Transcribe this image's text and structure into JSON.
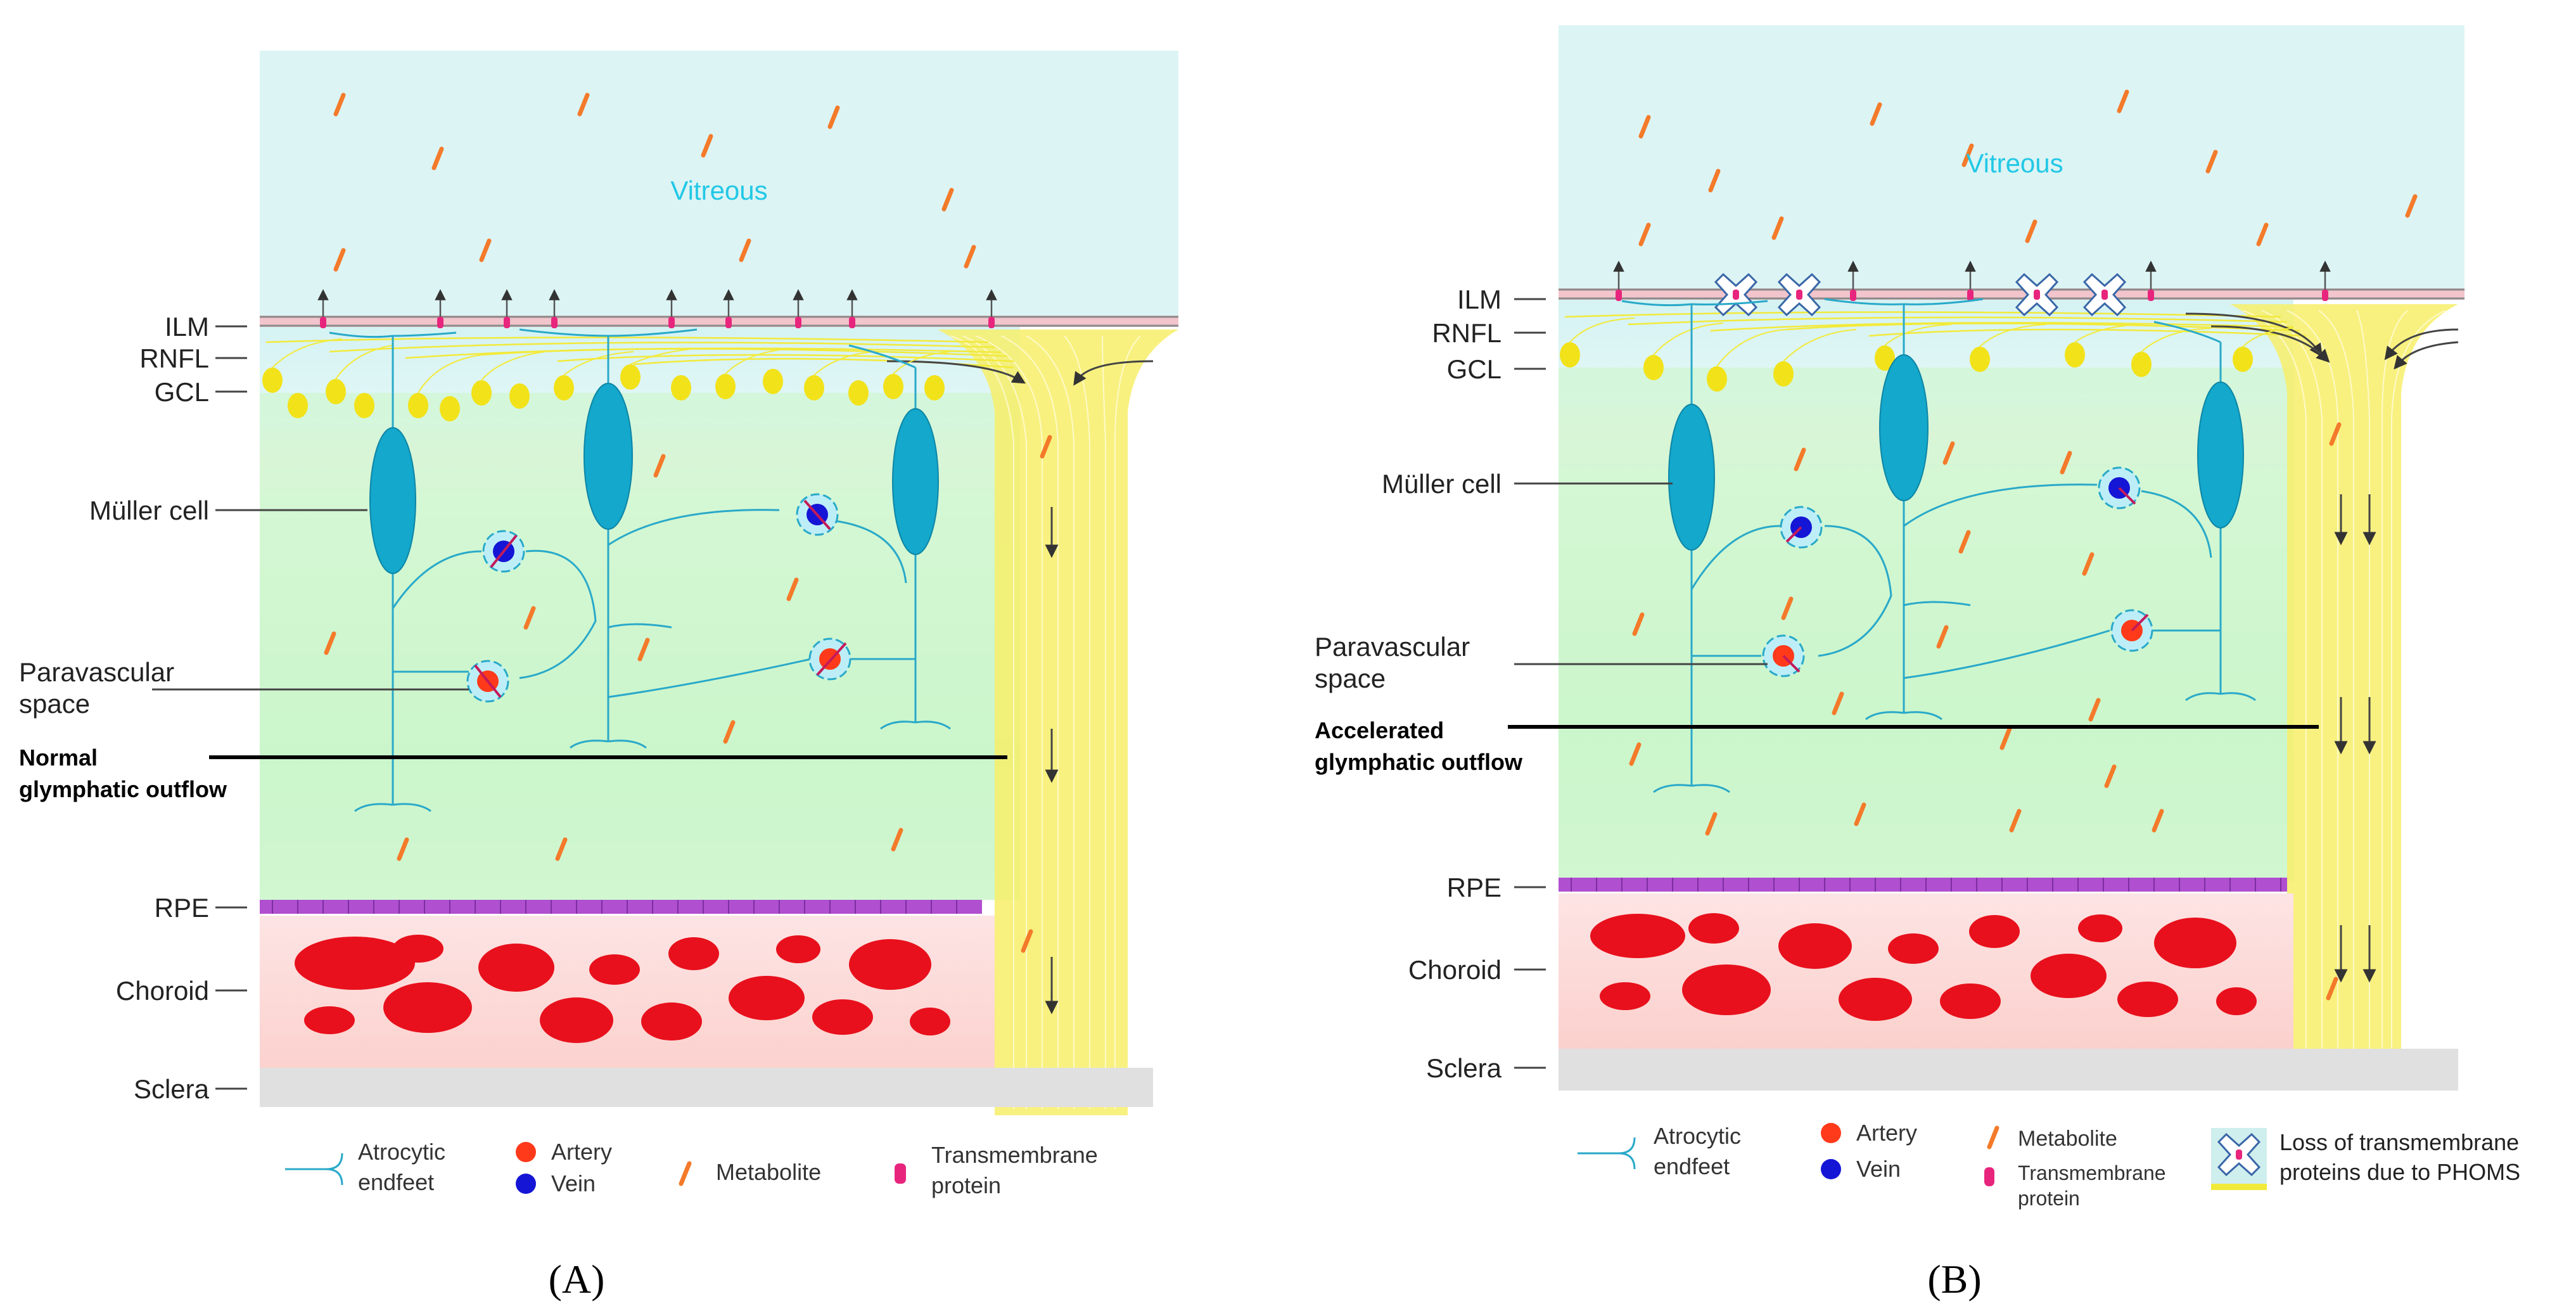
{
  "panels": [
    {
      "id": "A",
      "caption": "(A)",
      "vitreous_label": "Vitreous",
      "layer_labels": {
        "ilm": "ILM",
        "rnfl": "RNFL",
        "gcl": "GCL",
        "rpe": "RPE",
        "choroid": "Choroid",
        "sclera": "Sclera"
      },
      "cell_label": "Müller cell",
      "paravascular_line1": "Paravascular",
      "paravascular_line2": "space",
      "outflow_line1": "Normal",
      "outflow_line2": "glymphatic outflow",
      "legend": {
        "endfeet_line1": "Atrocytic",
        "endfeet_line2": "endfeet",
        "artery": "Artery",
        "vein": "Vein",
        "metabolite": "Metabolite",
        "transmembrane_line1": "Transmembrane",
        "transmembrane_line2": "protein"
      }
    },
    {
      "id": "B",
      "caption": "(B)",
      "vitreous_label": "Vitreous",
      "layer_labels": {
        "ilm": "ILM",
        "rnfl": "RNFL",
        "gcl": "GCL",
        "rpe": "RPE",
        "choroid": "Choroid",
        "sclera": "Sclera"
      },
      "cell_label": "Müller cell",
      "paravascular_line1": "Paravascular",
      "paravascular_line2": "space",
      "outflow_line1": "Accelerated",
      "outflow_line2": "glymphatic outflow",
      "legend": {
        "endfeet_line1": "Atrocytic",
        "endfeet_line2": "endfeet",
        "artery": "Artery",
        "vein": "Vein",
        "metabolite": "Metabolite",
        "transmembrane_line1": "Transmembrane",
        "transmembrane_line2": "protein",
        "loss_line1": "Loss of transmembrane",
        "loss_line2": "proteins due to PHOMS"
      }
    }
  ],
  "colors": {
    "vitreous": "#dff5f5",
    "retina_green": "#c6f5c6",
    "nerve_yellow": "#f5f06a",
    "astrocyte": "#29a9c9",
    "artery": "#ff3a1a",
    "vein": "#1515d6",
    "metabolite": "#f47a2a",
    "transmembrane": "#e8257d",
    "rpe": "#b04fd0",
    "choroid": "#e8101c",
    "sclera": "#e2e2e2"
  }
}
